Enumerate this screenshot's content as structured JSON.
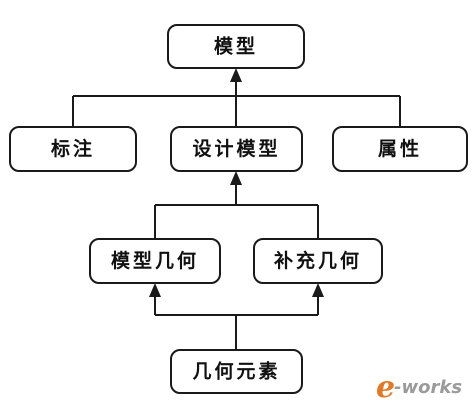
{
  "nodes": {
    "model": "模型",
    "annotation": "标注",
    "design_model": "设计模型",
    "attribute": "属性",
    "model_geometry": "模型几何",
    "supplementary_geometry": "补充几何",
    "geometric_elements": "几何元素"
  },
  "edges": [
    {
      "from": "design_model",
      "to": "model"
    },
    {
      "from": "annotation",
      "to": "model"
    },
    {
      "from": "attribute",
      "to": "model"
    },
    {
      "from": "model_geometry",
      "to": "design_model"
    },
    {
      "from": "supplementary_geometry",
      "to": "design_model"
    },
    {
      "from": "geometric_elements",
      "to": "model_geometry"
    },
    {
      "from": "geometric_elements",
      "to": "supplementary_geometry"
    }
  ],
  "watermark": {
    "e": "e",
    "rest": "-works"
  }
}
